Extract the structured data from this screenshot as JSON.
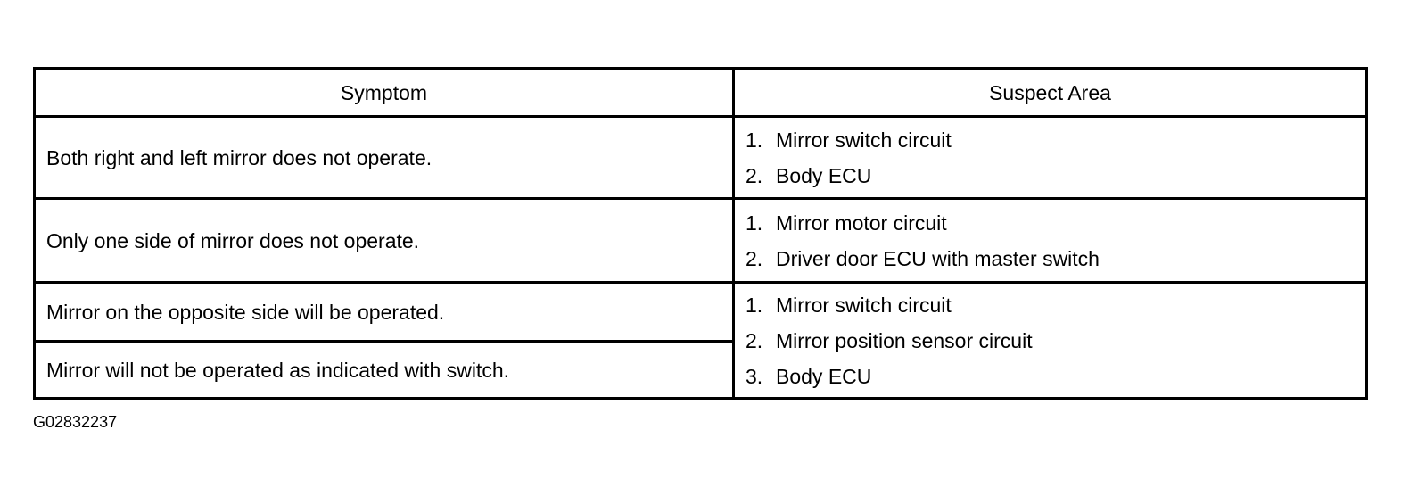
{
  "table": {
    "headers": {
      "symptom": "Symptom",
      "suspect_area": "Suspect Area"
    },
    "rows": [
      {
        "symptom": "Both right and left mirror does not operate.",
        "suspect": [
          {
            "num": "1.",
            "text": "Mirror switch circuit"
          },
          {
            "num": "2.",
            "text": "Body ECU"
          }
        ]
      },
      {
        "symptom": "Only one side of mirror does not operate.",
        "suspect": [
          {
            "num": "1.",
            "text": "Mirror motor circuit"
          },
          {
            "num": "2.",
            "text": "Driver door ECU with master switch"
          }
        ]
      },
      {
        "symptom": "Mirror on the opposite side will be operated.",
        "suspect": [
          {
            "num": "1.",
            "text": "Mirror switch circuit"
          },
          {
            "num": "2.",
            "text": "Mirror position sensor circuit"
          },
          {
            "num": "3.",
            "text": "Body ECU"
          }
        ]
      },
      {
        "symptom": "Mirror will not be operated as indicated with switch."
      }
    ]
  },
  "figure_id": "G02832237"
}
